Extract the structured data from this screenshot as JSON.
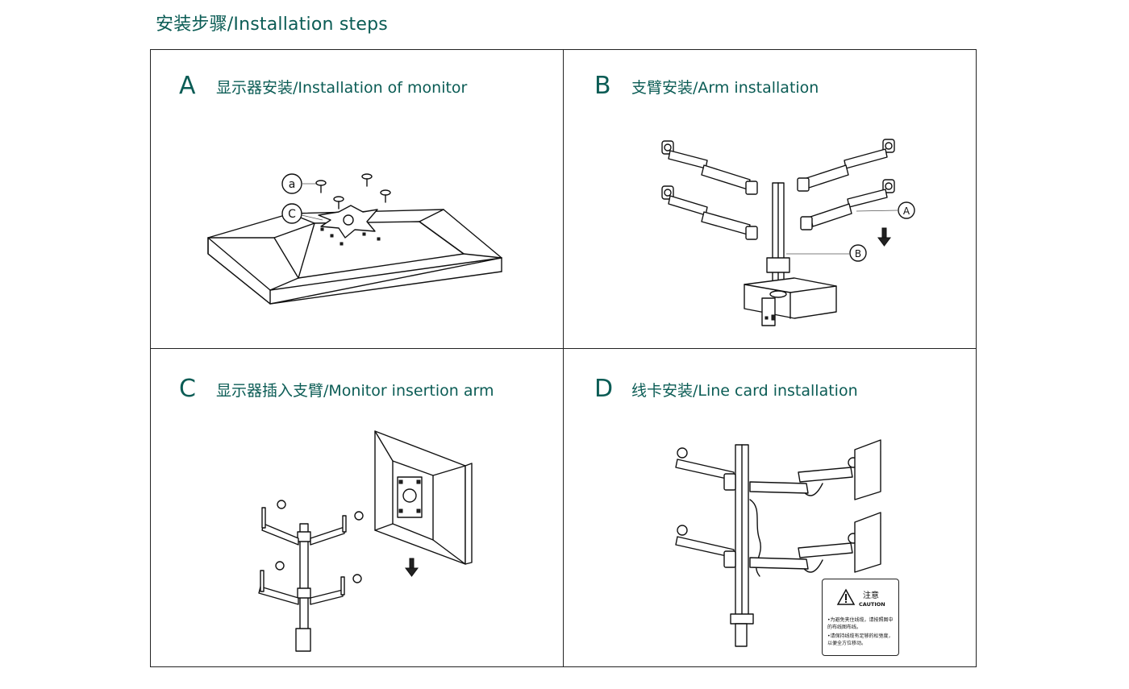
{
  "page": {
    "title": "安装步骤/Installation steps"
  },
  "panels": [
    {
      "letter": "A",
      "heading": "显示器安装/Installation of monitor",
      "callouts": [
        "a",
        "C"
      ]
    },
    {
      "letter": "B",
      "heading": "支臂安装/Arm installation",
      "callouts": [
        "A",
        "B"
      ]
    },
    {
      "letter": "C",
      "heading": "显示器插入支臂/Monitor insertion arm"
    },
    {
      "letter": "D",
      "heading": "线卡安装/Line card installation"
    }
  ],
  "caution": {
    "title_zh": "注意",
    "title_en": "CAUTION",
    "line1": "•为避免夹住线缆，请按照图中的布线图布线。",
    "line2": "•请保持线缆有足够的松弛度，以便全方位移动。"
  },
  "icons": [
    "screw-icon",
    "arrow-down-icon",
    "warning-triangle-icon"
  ]
}
